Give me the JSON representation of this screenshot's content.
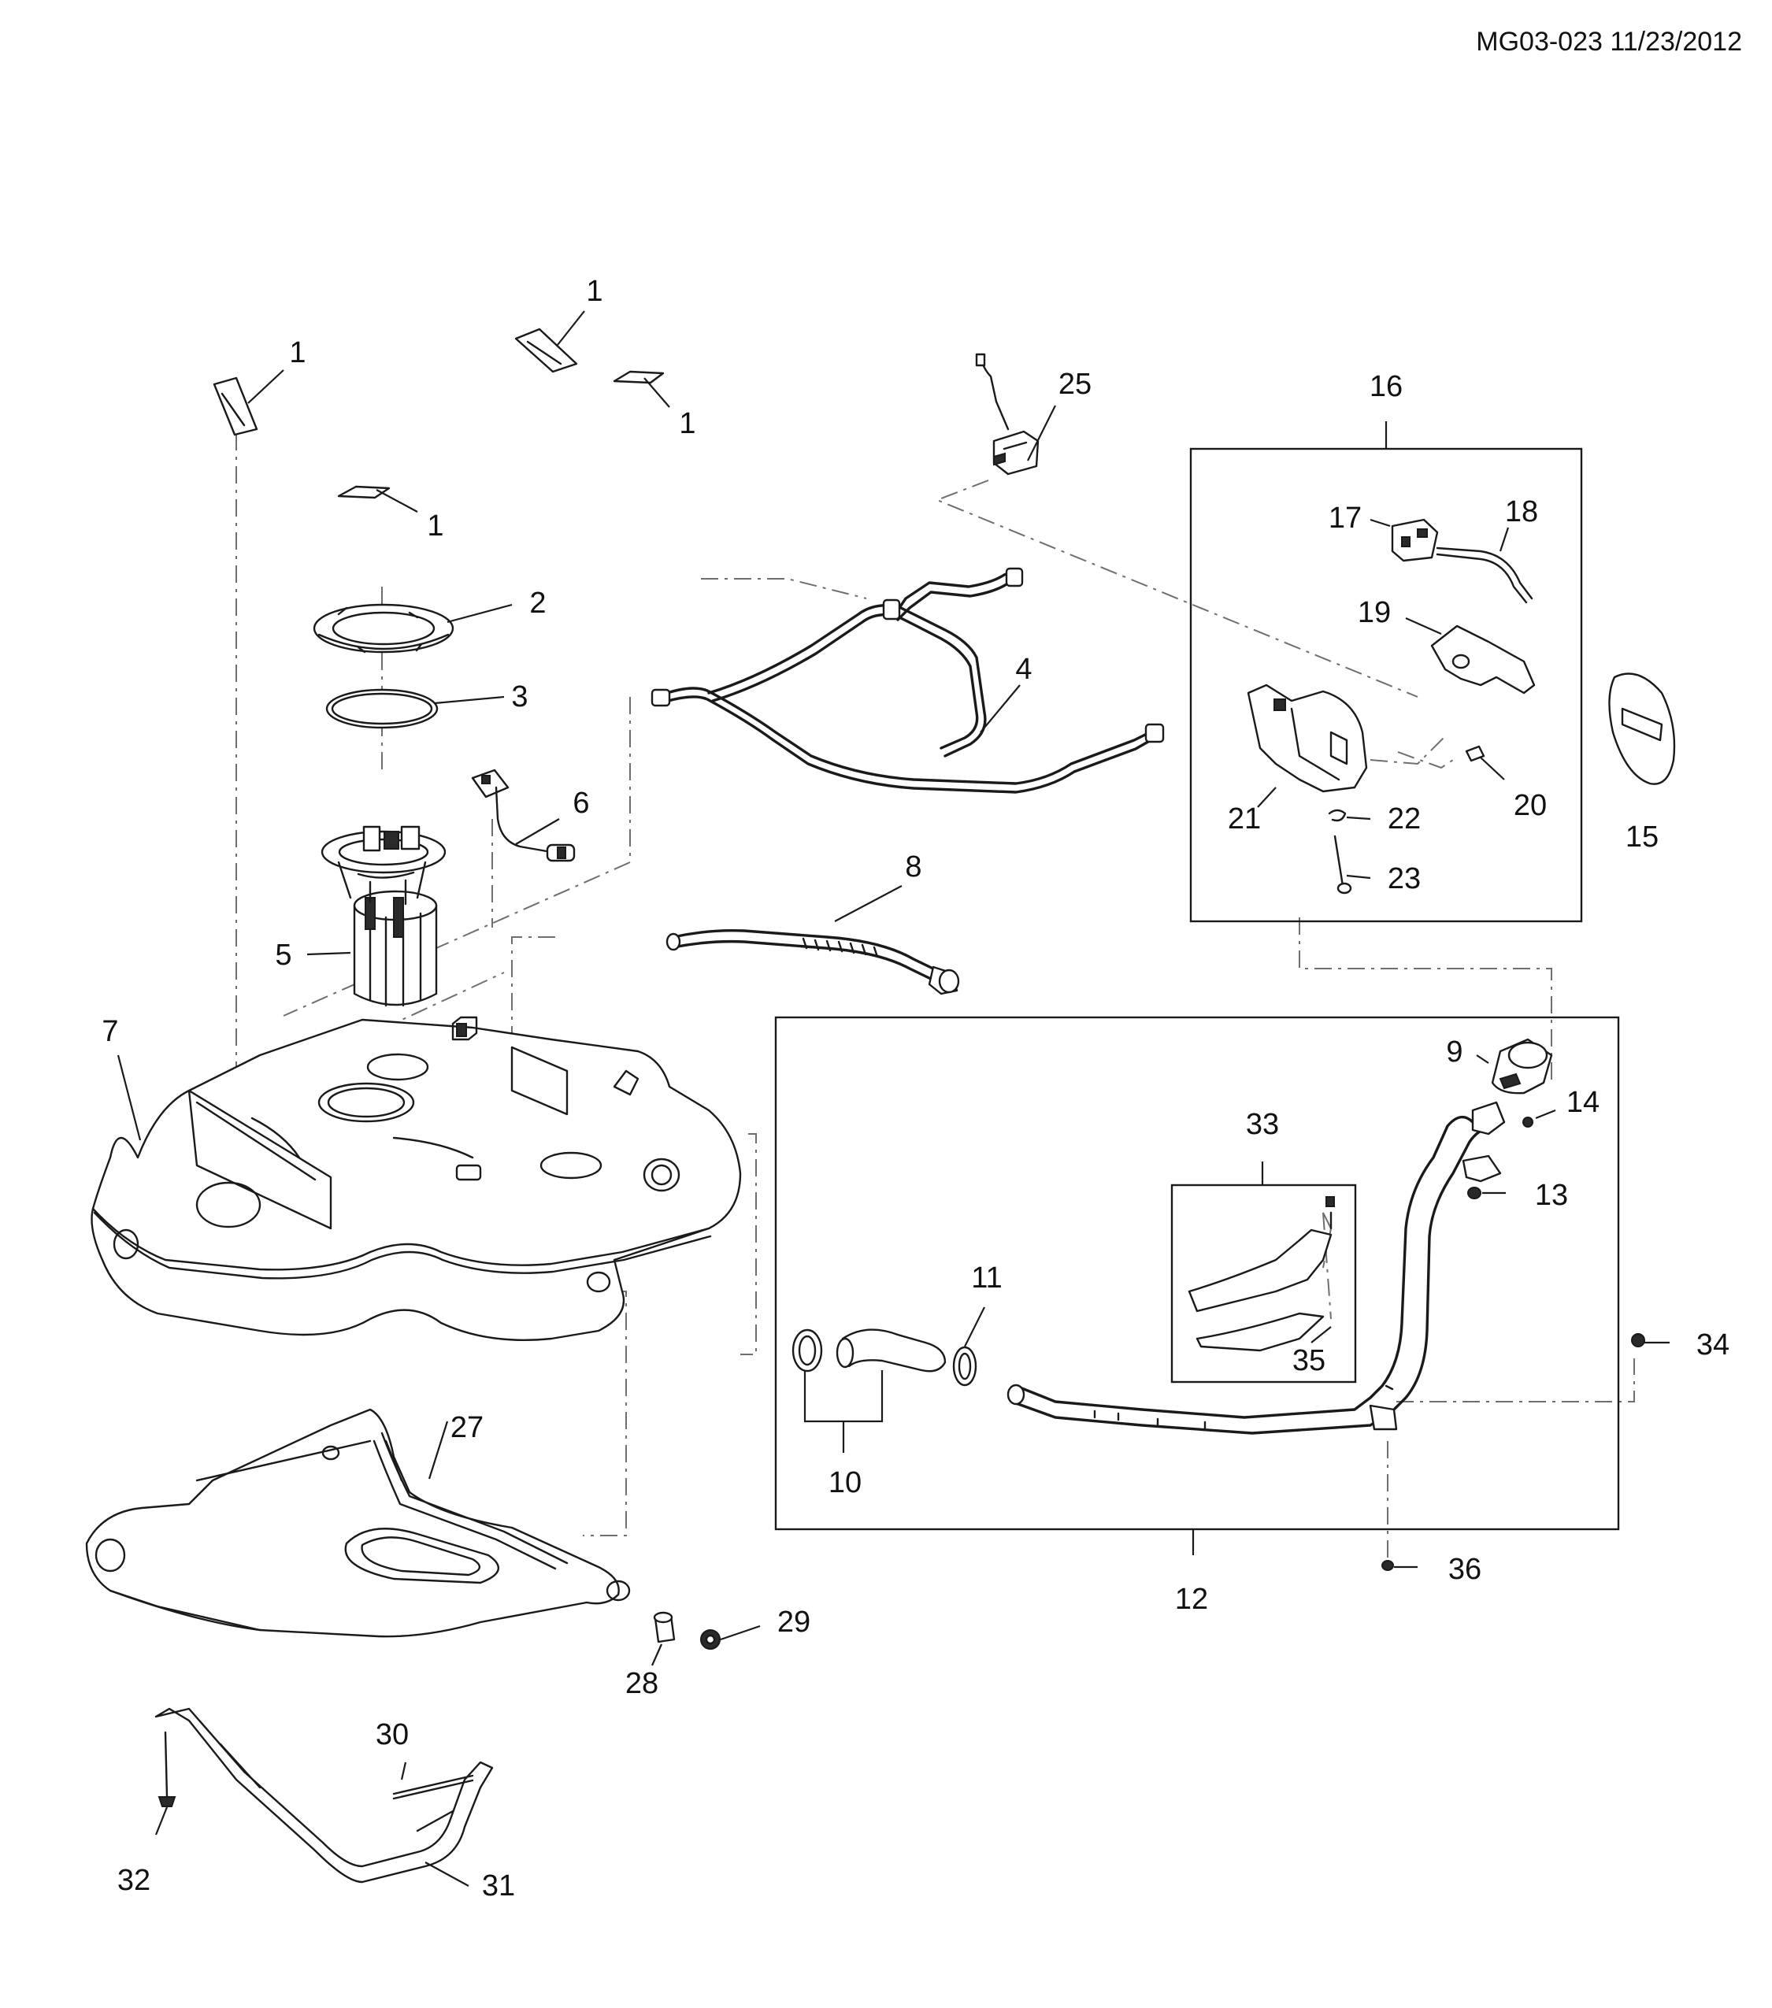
{
  "reference": "MG03-023 11/23/2012",
  "callouts": {
    "c1a": "1",
    "c1b": "1",
    "c1c": "1",
    "c1d": "1",
    "c2": "2",
    "c3": "3",
    "c4": "4",
    "c5": "5",
    "c6": "6",
    "c7": "7",
    "c8": "8",
    "c9": "9",
    "c10": "10",
    "c11": "11",
    "c12": "12",
    "c13": "13",
    "c14": "14",
    "c15": "15",
    "c16": "16",
    "c17": "17",
    "c18": "18",
    "c19": "19",
    "c20": "20",
    "c21": "21",
    "c22": "22",
    "c23": "23",
    "c25": "25",
    "c27": "27",
    "c28": "28",
    "c29": "29",
    "c30": "30",
    "c31": "31",
    "c32": "32",
    "c33": "33",
    "c34": "34",
    "c35": "35",
    "c36": "36"
  }
}
